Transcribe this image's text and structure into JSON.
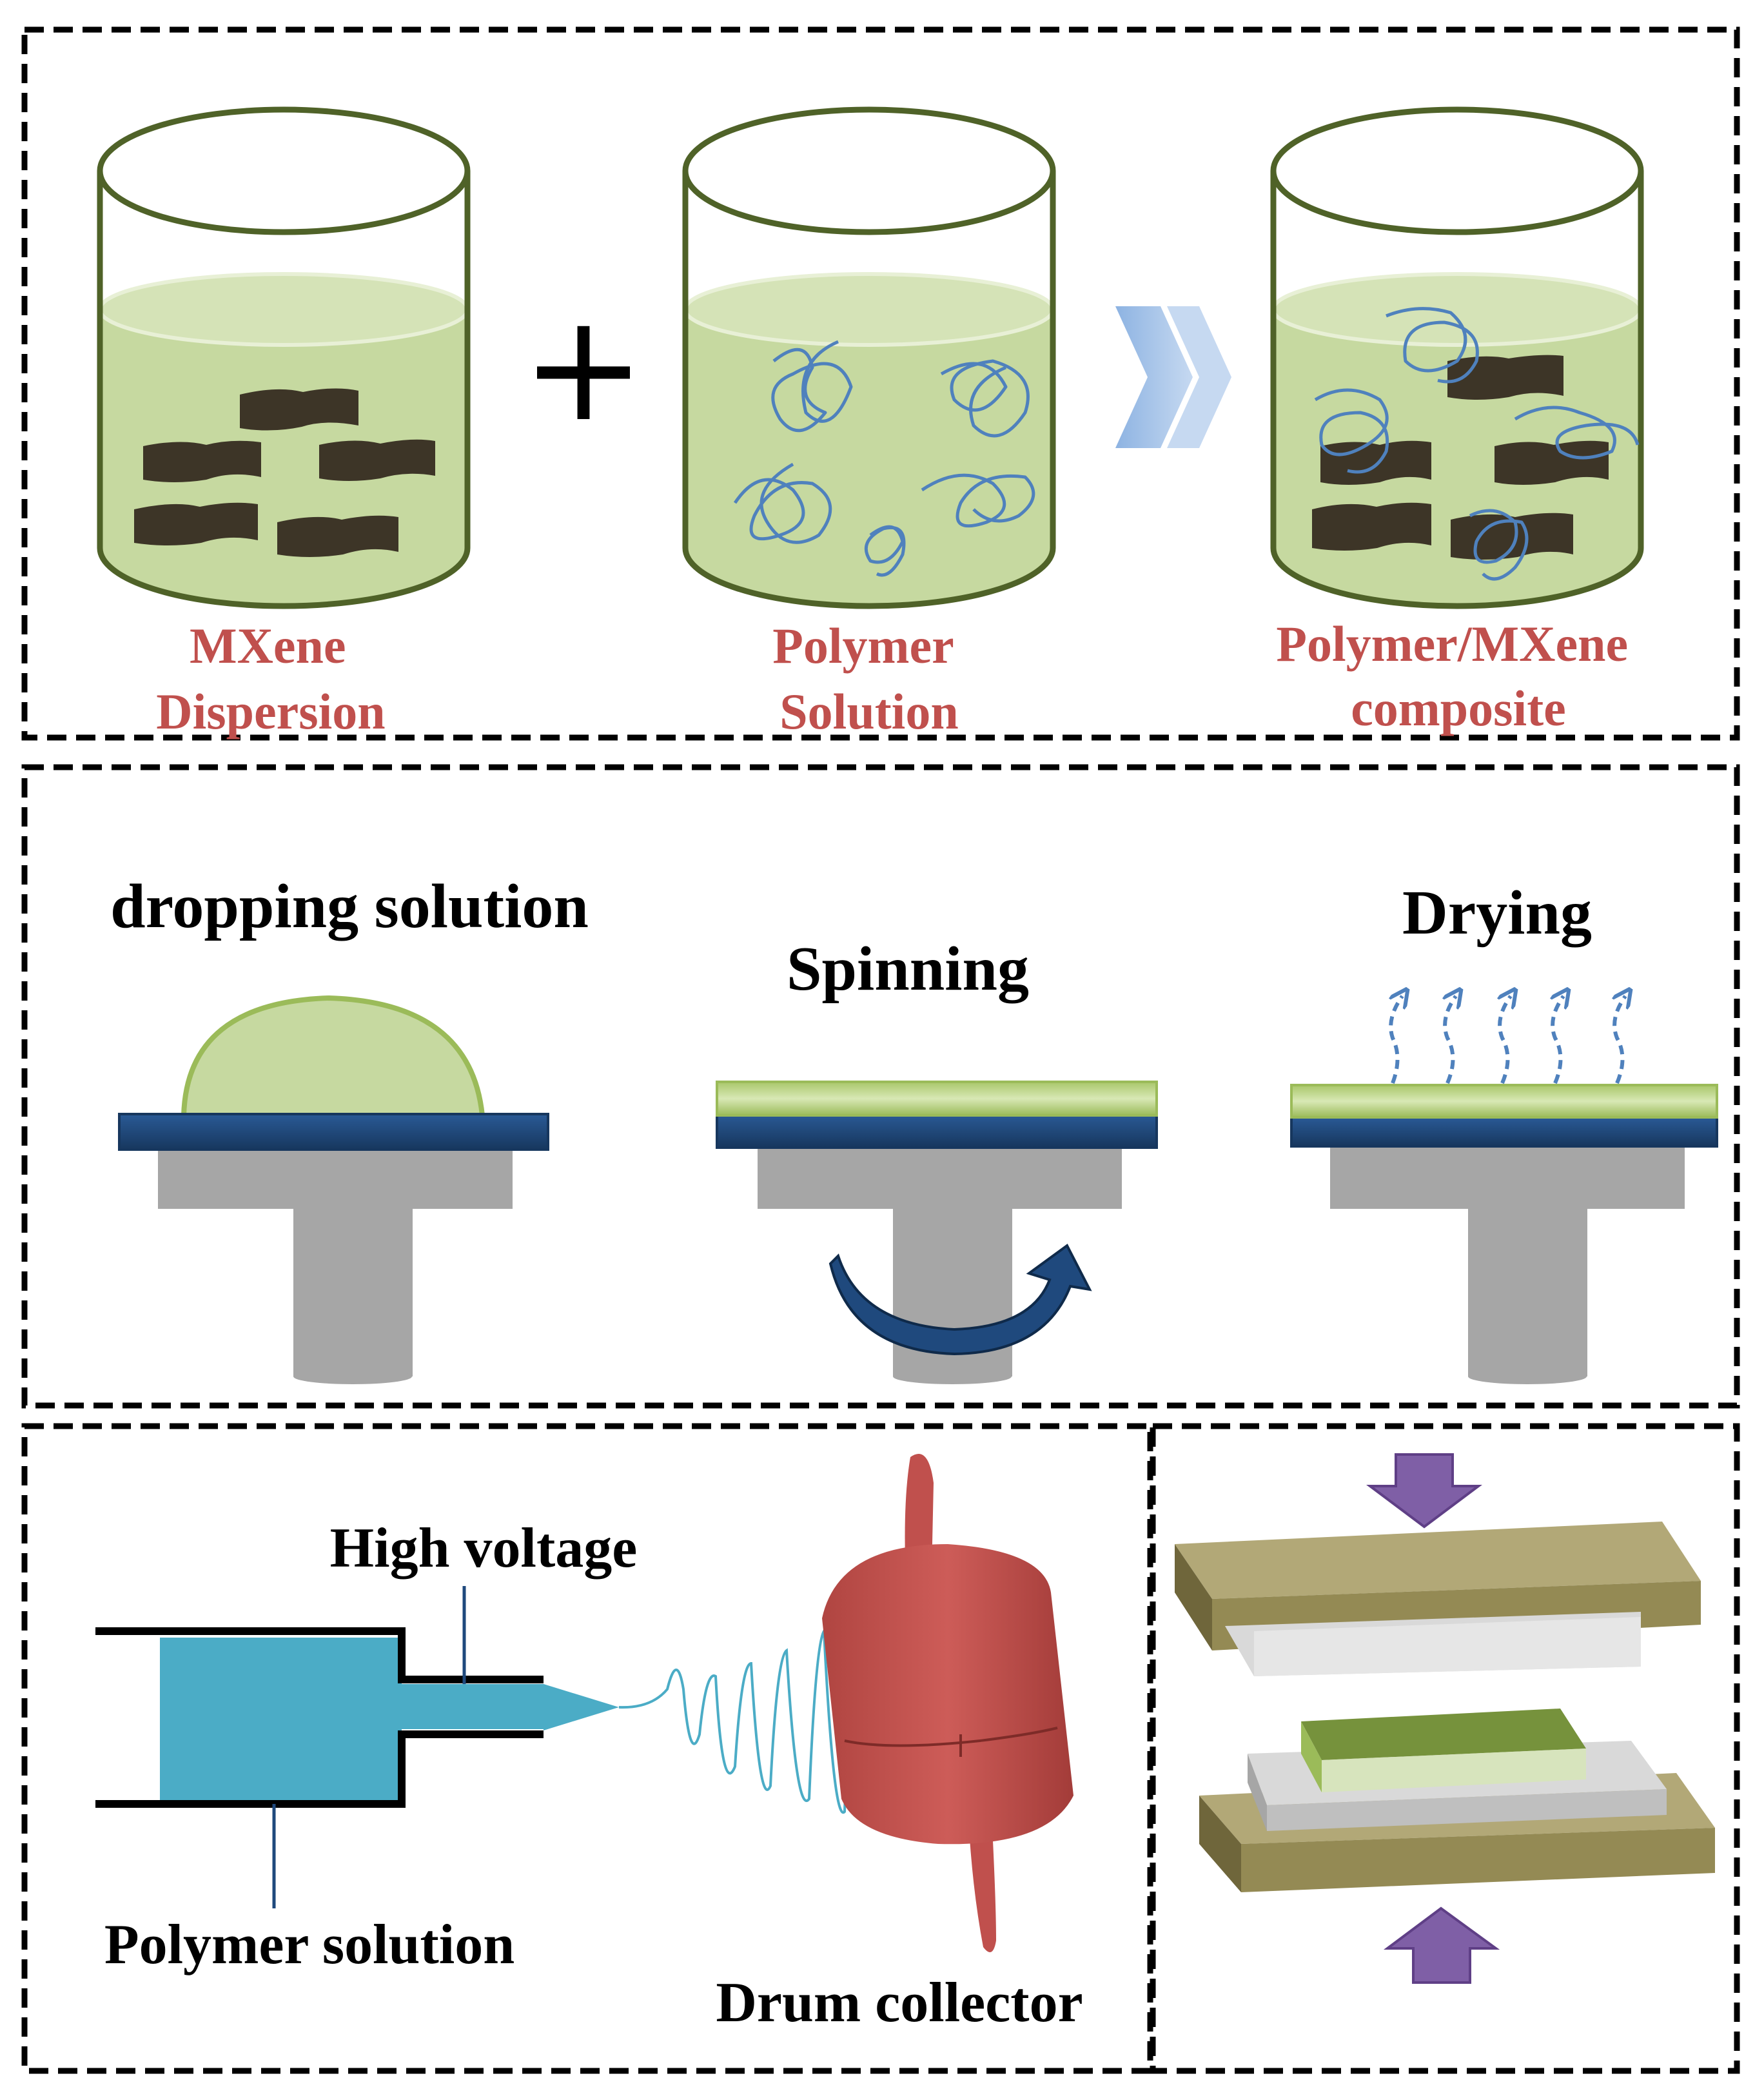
{
  "panel1": {
    "beaker1_label": [
      "MXene",
      "Dispersion"
    ],
    "plus_sign": "+",
    "beaker2_label": [
      "Polymer",
      "Solution"
    ],
    "beaker3_label": [
      "Polymer/MXene",
      "composite"
    ]
  },
  "panel2": {
    "step1": "dropping solution",
    "step2": "Spinning",
    "step3": "Drying"
  },
  "panel3": {
    "high_voltage": "High  voltage",
    "polymer_solution": "Polymer  solution",
    "drum_collector": "Drum  collector"
  },
  "colors": {
    "liquid": "#c6d9a0",
    "beaker_stroke": "#4f6228",
    "mxene_flake": "#3d3527",
    "polymer_chain": "#4f81bd",
    "label_red": "#c0504d",
    "substrate": "#1f497d",
    "stage": "#a6a6a6",
    "syringe": "#4bacc6",
    "drum": "#c0504d",
    "press_plate": "#948a54",
    "press_arrow": "#7f5fa6"
  }
}
